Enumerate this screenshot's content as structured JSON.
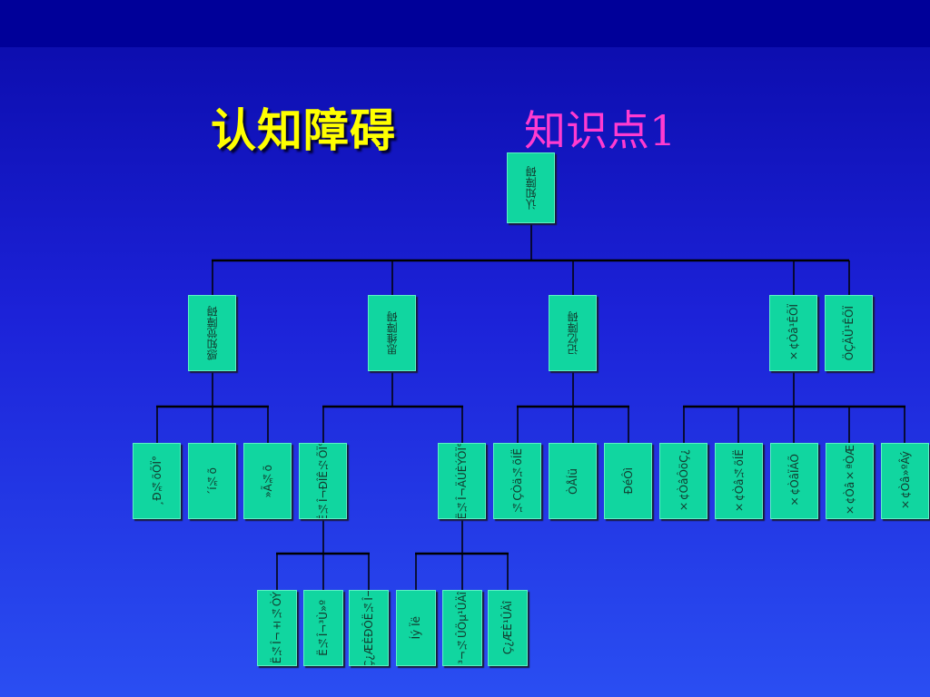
{
  "slide": {
    "title": "认知障碍",
    "subtitle": "知识点1"
  },
  "colors": {
    "node_fill": "#11d6a0",
    "connector": "#000000",
    "title": "#ffff00",
    "subtitle": "#ff3bd0"
  },
  "tree": {
    "root": {
      "label": "认知障碍"
    },
    "level1": [
      {
        "label": "感知觉障碍"
      },
      {
        "label": "思维障碍"
      },
      {
        "label": "记忆障碍"
      },
      {
        "label": "×¢Òâ¹ÊÕÏ"
      },
      {
        "label": "ÖÇÄÜ¹ÊÕÏ"
      }
    ],
    "level2": [
      {
        "label": "¸Ð¾õÕÏ°­"
      },
      {
        "label": "´í¾õ"
      },
      {
        "label": "»Ã¾õ"
      },
      {
        "label": "Ë¼Î¬ÐÎÊ½ÕÏ°­"
      },
      {
        "label": "Ë¼Î¬ÄÚÈÝÕÏ°­"
      },
      {
        "label": "¼ÇÒä¼õÍË"
      },
      {
        "label": "ÒÅÍü"
      },
      {
        "label": "ÐéÔì"
      },
      {
        "label": "×¢ÒâÔöÇ¿"
      },
      {
        "label": "×¢Òâ¼õÍË"
      },
      {
        "label": "×¢ÒâÏÁÕ­"
      },
      {
        "label": "×¢Òâ×ªÒÆ"
      },
      {
        "label": "×¢Òâ»ºÂý"
      }
    ],
    "level3": [
      {
        "label": "Ë¼Î¬±¼ÒÝ"
      },
      {
        "label": "Ë¼Î¬³Ù»º"
      },
      {
        "label": "Ç¿ÆÈÐÔË¼Î¬"
      },
      {
        "label": "Íý Ïë"
      },
      {
        "label": "³¬¼ÛÖµ¹ÛÄî"
      },
      {
        "label": "Ç¿ÆÈ¹ÛÄî"
      }
    ]
  }
}
